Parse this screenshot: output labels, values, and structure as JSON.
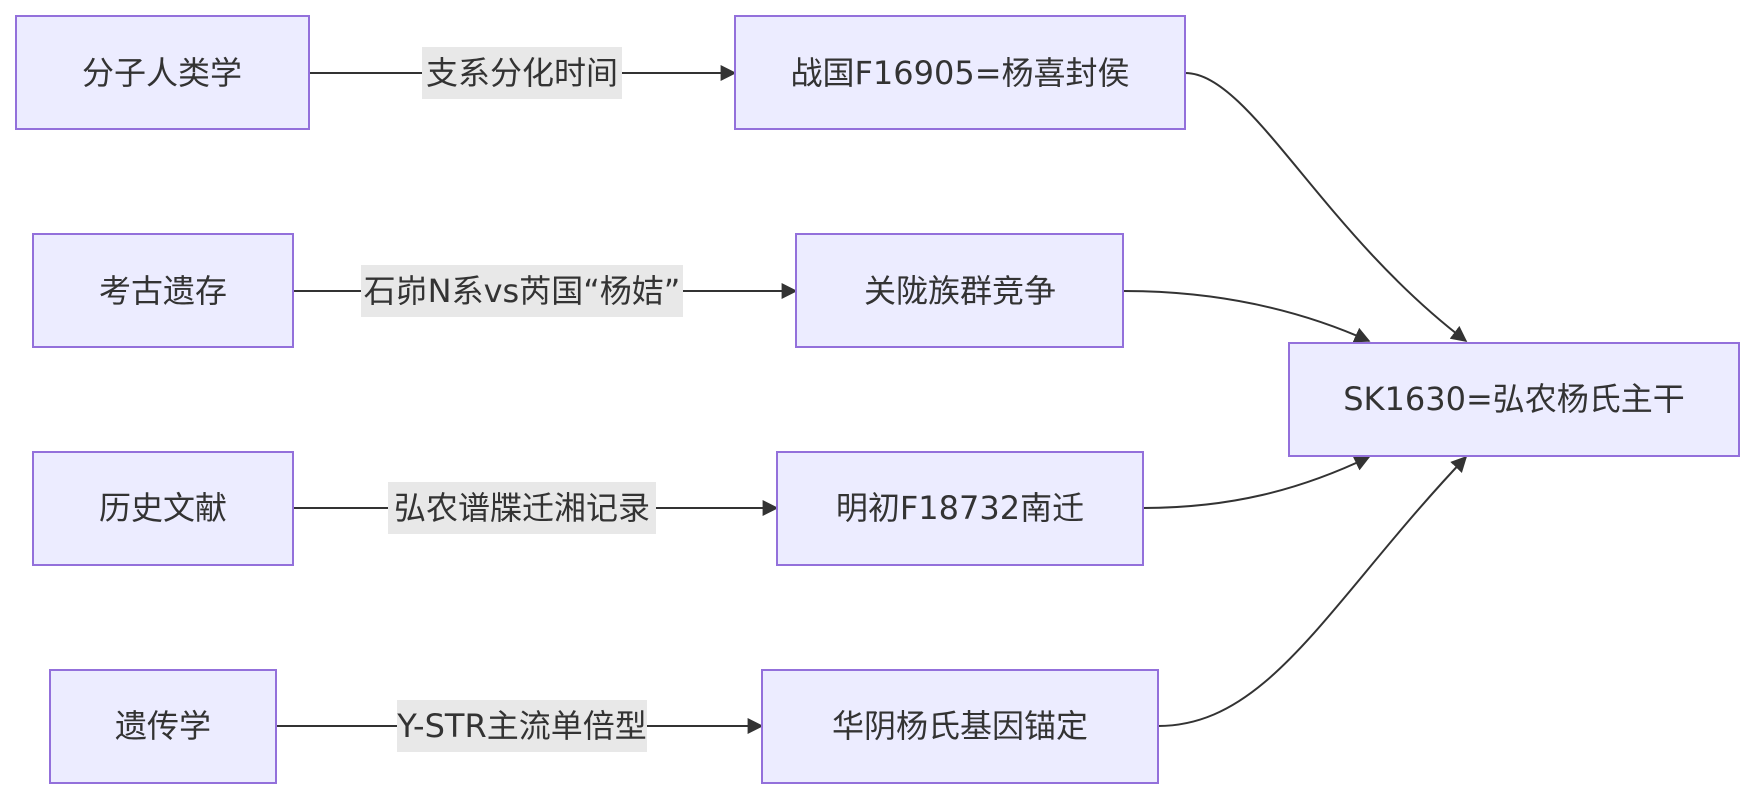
{
  "diagram": {
    "type": "flowchart",
    "direction": "left-to-right",
    "nodes": {
      "n_molecular": "分子人类学",
      "n_archaeology": "考古遗存",
      "n_history": "历史文献",
      "n_genetics": "遗传学",
      "n_warring": "战国F16905=杨喜封侯",
      "n_guanlong": "关陇族群竞争",
      "n_mingchu": "明初F18732南迁",
      "n_huayin": "华阴杨氏基因锚定",
      "n_sk1630": "SK1630=弘农杨氏主干"
    },
    "edge_labels": {
      "e1": "支系分化时间",
      "e2": "石峁N系vs芮国“杨姞”",
      "e3": "弘农谱牒迁湘记录",
      "e4": "Y-STR主流单倍型"
    },
    "edges": [
      {
        "from": "n_molecular",
        "to": "n_warring",
        "label": "e1"
      },
      {
        "from": "n_archaeology",
        "to": "n_guanlong",
        "label": "e2"
      },
      {
        "from": "n_history",
        "to": "n_mingchu",
        "label": "e3"
      },
      {
        "from": "n_genetics",
        "to": "n_huayin",
        "label": "e4"
      },
      {
        "from": "n_warring",
        "to": "n_sk1630"
      },
      {
        "from": "n_guanlong",
        "to": "n_sk1630"
      },
      {
        "from": "n_mingchu",
        "to": "n_sk1630"
      },
      {
        "from": "n_huayin",
        "to": "n_sk1630"
      }
    ],
    "colors": {
      "node_fill": "#ececff",
      "node_stroke": "#9370db",
      "edge_stroke": "#333333",
      "label_background": "#e8e8e8",
      "text": "#333333"
    }
  }
}
